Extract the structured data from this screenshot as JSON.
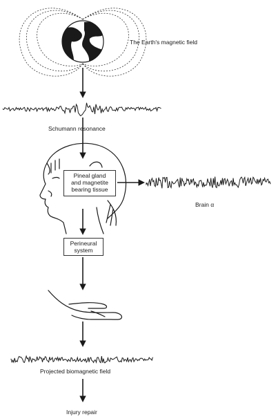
{
  "labels": {
    "earth_field": "The Earth's magnetic field",
    "schumann": "Schumann resonance",
    "pineal_line1": "Pineal gland",
    "pineal_line2": "and magnetite",
    "pineal_line3": "bearing tissue",
    "brain_alpha": "Brain α",
    "perineural_line1": "Perineural",
    "perineural_line2": "system",
    "projected_field": "Projected biomagnetic field",
    "injury_repair": "Injury repair"
  },
  "icons": {
    "earth": "globe-icon",
    "head": "head-profile-icon",
    "hand": "hand-icon"
  },
  "colors": {
    "ink": "#1a1a1a",
    "background": "#ffffff"
  }
}
